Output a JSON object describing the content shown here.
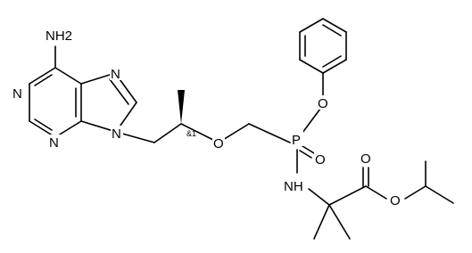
{
  "molecule": {
    "atoms": {
      "amino": "NH2",
      "n_pyr1": "N",
      "n_pyr3": "N",
      "n7": "N",
      "n9": "N",
      "o_ether": "O",
      "p": "P",
      "o_phosphoryl": "O",
      "o_phenoxy": "O",
      "nh": "NH",
      "o_carbonyl": "O",
      "o_ester": "O"
    },
    "stereo_label": "&1"
  }
}
